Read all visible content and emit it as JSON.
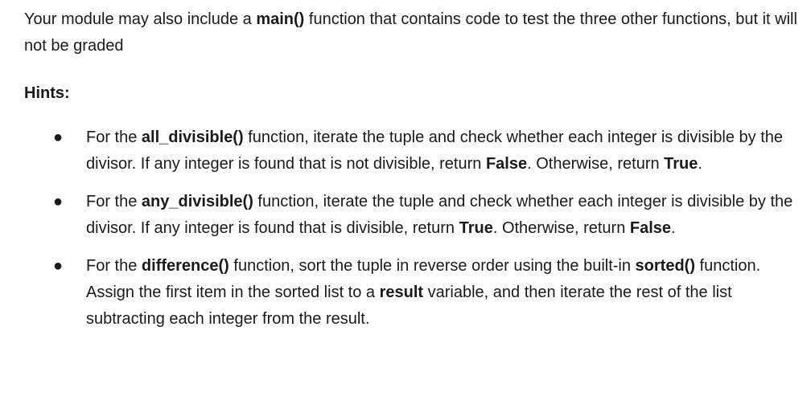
{
  "intro": {
    "t1": "Your module may also include a ",
    "b1": "main()",
    "t2": " function that contains code to test the three other functions, but it will not be graded"
  },
  "hints_heading": "Hints:",
  "bullet_glyph": "●",
  "hints": [
    {
      "t1": "For the ",
      "b1": "all_divisible()",
      "t2": " function, iterate the tuple and check whether each integer is divisible by the divisor.  If any integer is found that is not divisible, return ",
      "b2": "False",
      "t3": ". Otherwise, return ",
      "b3": "True",
      "t4": "."
    },
    {
      "t1": "For the ",
      "b1": "any_divisible()",
      "t2": " function, iterate the tuple and check whether each integer is divisible by the divisor.  If any integer is found that is divisible, return ",
      "b2": "True",
      "t3": ". Otherwise, return ",
      "b3": "False",
      "t4": "."
    },
    {
      "t1": "For the ",
      "b1": "difference()",
      "t2": " function, sort the tuple in reverse order using the built-in ",
      "b2": "sorted()",
      "t3": " function.  Assign the first item in the sorted list to a ",
      "b3": "result",
      "t4": " variable, and then iterate the rest of the list subtracting each integer from the result."
    }
  ]
}
